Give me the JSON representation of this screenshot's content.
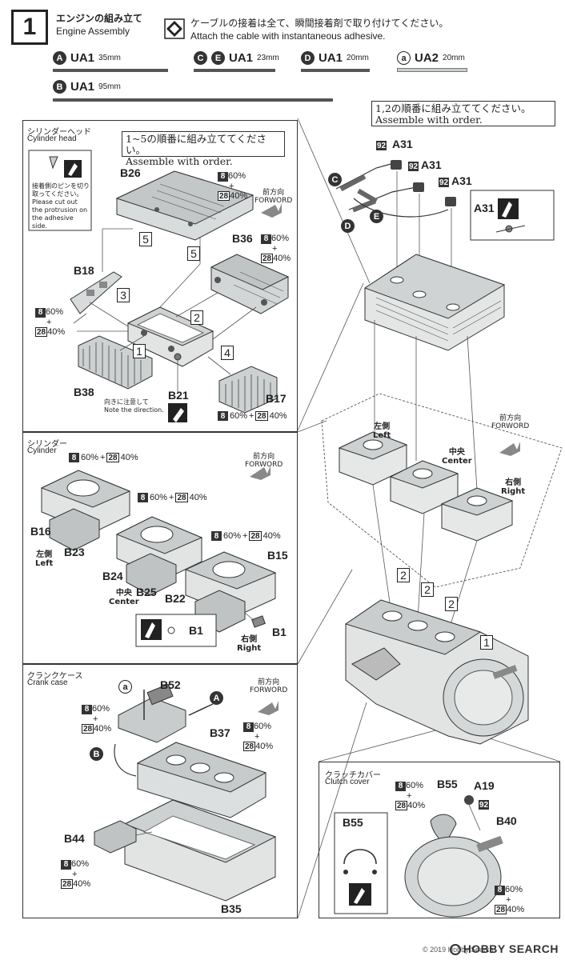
{
  "step": {
    "number": "1",
    "title_jp": "エンジンの組み立て",
    "title_en": "Engine Assembly",
    "note_jp": "ケーブルの接着は全て、瞬間接着剤で取り付けてください。",
    "note_en": "Attach the cable with instantaneous adhesive."
  },
  "materials": [
    {
      "letter": "A",
      "code": "UA1",
      "length": "35mm"
    },
    {
      "letter": "C E",
      "code": "UA1",
      "length": "23mm"
    },
    {
      "letter": "D",
      "code": "UA1",
      "length": "20mm"
    },
    {
      "letter": "a",
      "code": "UA2",
      "length": "20mm"
    },
    {
      "letter": "B",
      "code": "UA1",
      "length": "95mm"
    }
  ],
  "order_note": {
    "jp": "1,2の順番に組み立ててください。",
    "en": "Assemble with order."
  },
  "forward": {
    "jp": "前方向",
    "en": "FORWORD"
  },
  "paint": {
    "a": "8",
    "a_pct": "60%",
    "b": "28",
    "b_pct": "40%",
    "plus": "+"
  },
  "cylinder_head": {
    "title_jp": "シリンダーヘッド",
    "title_en": "Cylinder head",
    "order_jp": "1~5の順番に組み立ててください。",
    "order_en": "Assemble with order.",
    "pin_note_jp": "接着側のピンを切り取ってください。",
    "pin_note_en": "Please cut out the protrusion on the adhesive side.",
    "direction_jp": "向きに注意して",
    "direction_en": "Note the direction.",
    "parts": [
      "B26",
      "B36",
      "B18",
      "B38",
      "B21",
      "B17"
    ]
  },
  "cylinder": {
    "title_jp": "シリンダー",
    "title_en": "Cylinder",
    "left_jp": "左側",
    "left_en": "Left",
    "center_jp": "中央",
    "center_en": "Center",
    "right_jp": "右側",
    "right_en": "Right",
    "parts": [
      "B16",
      "B23",
      "B24",
      "B25",
      "B22",
      "B15",
      "B1"
    ]
  },
  "right_cyl": {
    "left_jp": "左側",
    "left_en": "Left",
    "center_jp": "中央",
    "center_en": "Center",
    "right_jp": "右側",
    "right_en": "Right"
  },
  "cable_parts": {
    "part": "A31",
    "paint_no": "92",
    "letters": [
      "C",
      "E",
      "D"
    ]
  },
  "crankcase": {
    "title_jp": "クランクケース",
    "title_en": "Crank case",
    "parts": [
      "B52",
      "B37",
      "B44",
      "B35"
    ],
    "letters": [
      "a",
      "A",
      "B"
    ]
  },
  "clutch_cover": {
    "title_jp": "クラッチカバー",
    "title_en": "Clutch cover",
    "parts": [
      "B55",
      "A19",
      "B40"
    ],
    "paint_no": "92"
  },
  "seq": {
    "one": "1",
    "two": "2",
    "three": "3",
    "four": "4",
    "five": "5"
  },
  "watermark": "HOBBY SEARCH",
  "copyright": "© 2019 Hobby Search"
}
